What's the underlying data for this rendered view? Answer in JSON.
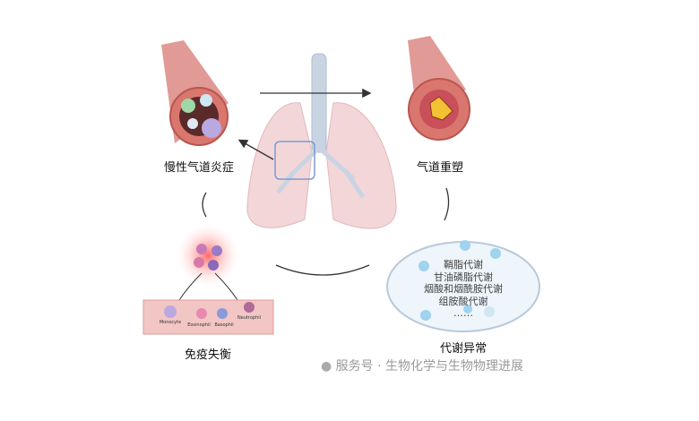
{
  "labels": {
    "inflammation": "慢性气道炎症",
    "remodeling": "气道重塑",
    "immune": "免疫失衡",
    "metabolic": "代谢异常"
  },
  "metabolism_items": [
    "鞘脂代谢",
    "甘油磷脂代谢",
    "烟酸和烟酰胺代谢",
    "组胺酸代谢",
    "……"
  ],
  "cells": [
    "Monocyte",
    "Eosinophil",
    "Basophil",
    "Neutrophil"
  ],
  "watermark": "服务号 · 生物化学与生物物理进展",
  "colors": {
    "lung": "#f3d6d8",
    "trachea": "#c9d4e3",
    "airway": "#d9776f",
    "vessel": "#f2c6c4",
    "ellipse": "#eef5fb"
  }
}
